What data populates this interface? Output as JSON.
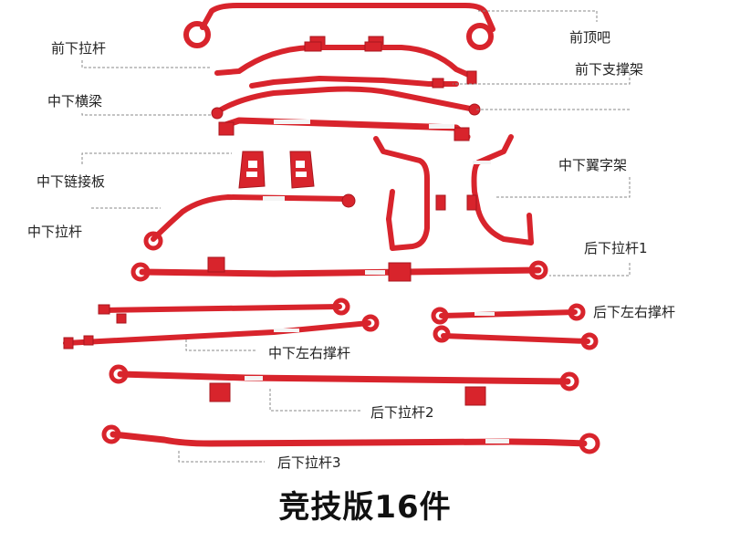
{
  "colors": {
    "bar_red": "#d8242c",
    "bar_shadow": "#9c141b",
    "leader": "#888888"
  },
  "labels": {
    "front_top": "前顶吧",
    "front_lower_tie": "前下拉杆",
    "front_lower_brace": "前下支撑架",
    "mid_lower_beam": "中下横梁",
    "mid_lower_plate": "中下链接板",
    "mid_lower_wing": "中下翼字架",
    "mid_lower_tie": "中下拉杆",
    "rear_lower_tie_1": "后下拉杆1",
    "rear_lower_lr": "后下左右撑杆",
    "mid_lower_lr": "中下左右撑杆",
    "rear_lower_tie_2": "后下拉杆2",
    "rear_lower_tie_3": "后下拉杆3"
  },
  "title": "竞技版16件"
}
